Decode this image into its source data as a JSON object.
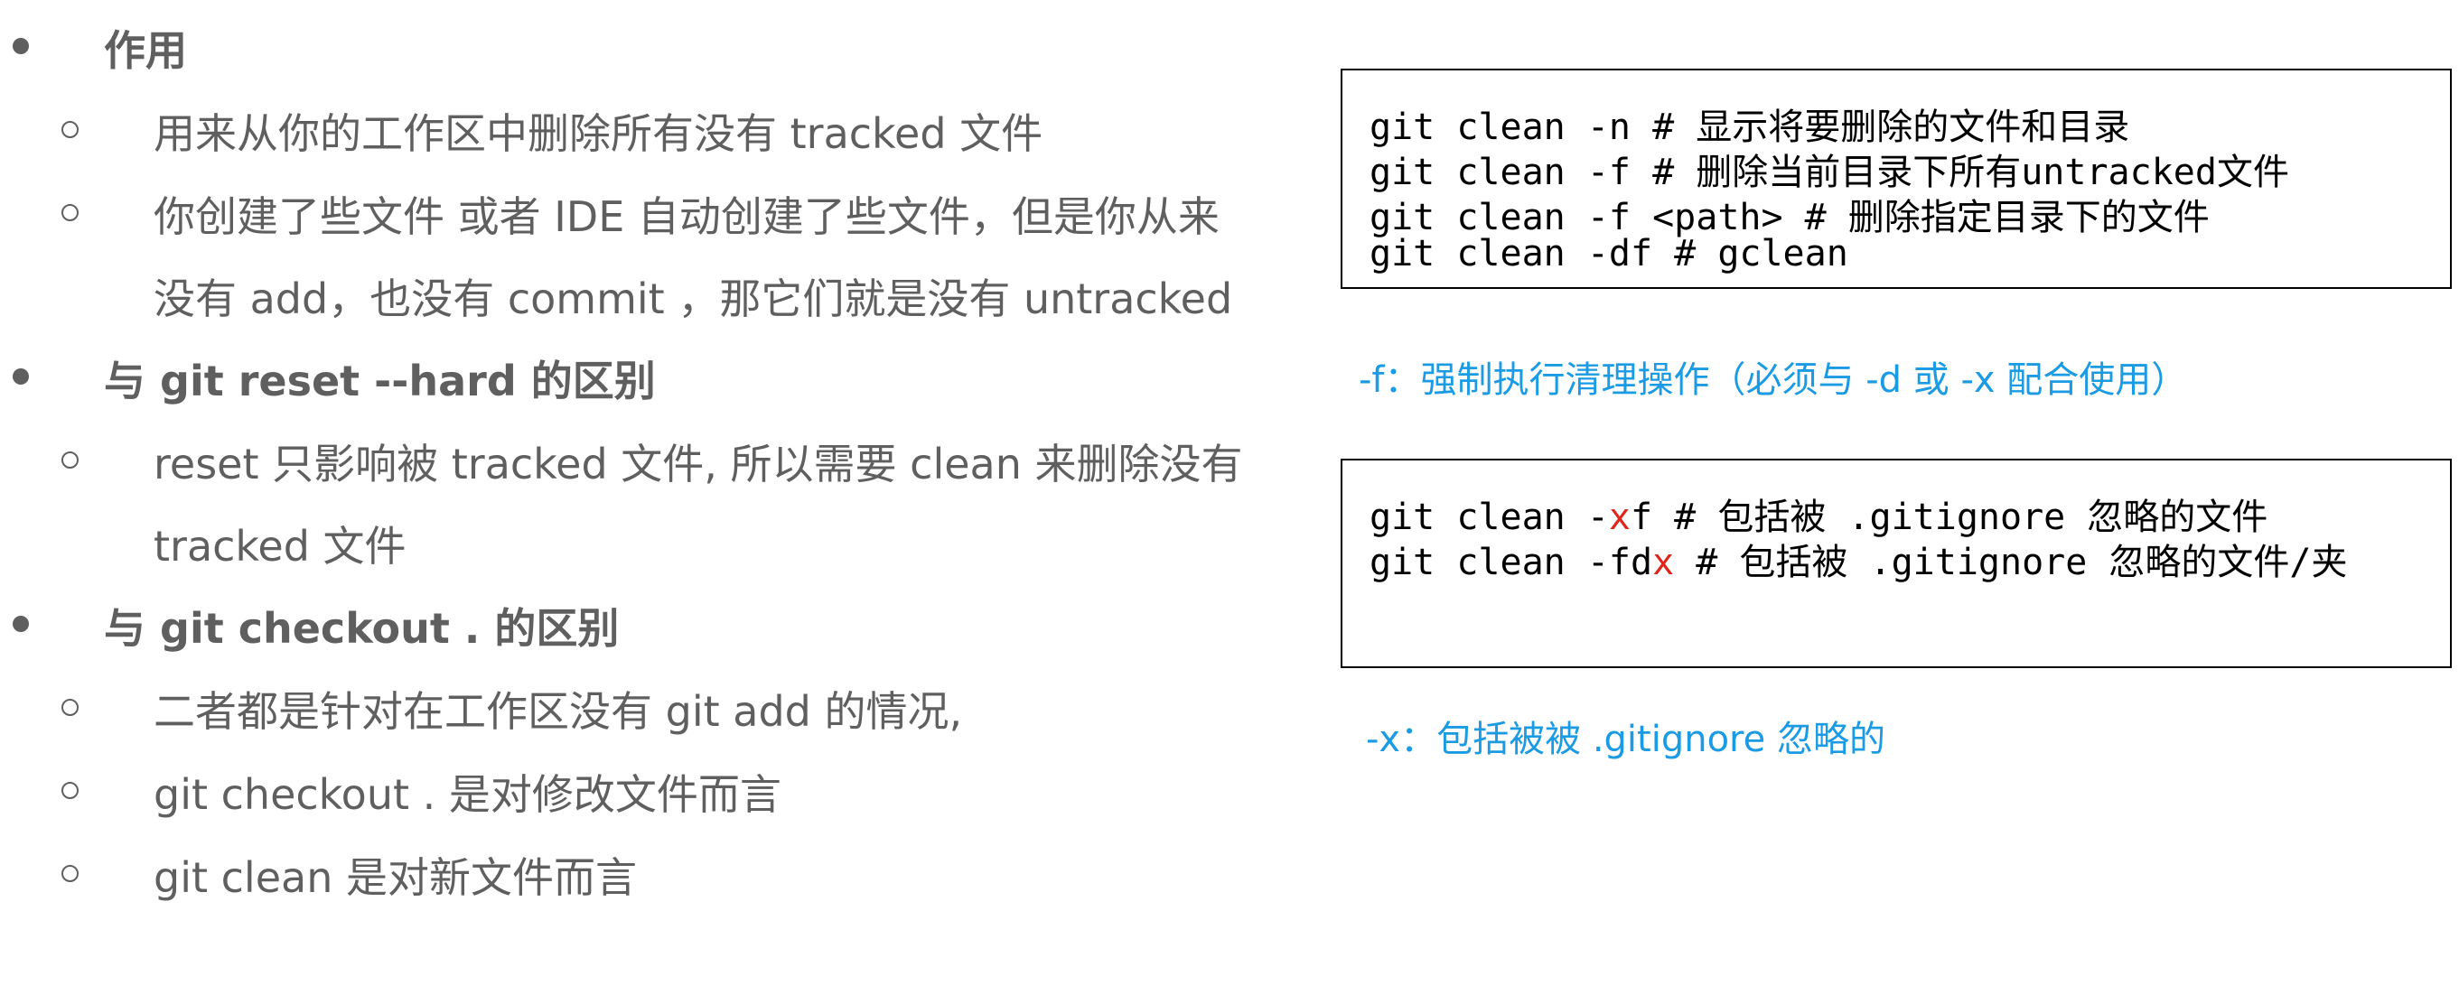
{
  "outline": {
    "section1": {
      "title": "作用",
      "sub": [
        "用来从你的工作区中删除所有没有 tracked 文件",
        "你创建了些文件 或者 IDE 自动创建了些文件，但是你从来",
        "没有 add，也没有 commit ，那它们就是没有 untracked"
      ]
    },
    "section2": {
      "title": "与 git reset --hard 的区别",
      "sub": [
        "reset 只影响被 tracked 文件, 所以需要 clean 来删除没有",
        "tracked 文件"
      ]
    },
    "section3": {
      "title": "与 git checkout . 的区别",
      "sub": [
        "二者都是针对在工作区没有 git add 的情况,",
        "git checkout . 是对修改文件而言",
        "git clean 是对新文件而言"
      ]
    }
  },
  "code_box_1": {
    "lines": [
      "git clean -n # 显示将要删除的文件和目录",
      "git clean -f # 删除当前目录下所有untracked文件",
      "git clean -f <path> # 删除指定目录下的文件",
      "git clean -df # gclean"
    ]
  },
  "note_1": "-f：强制执行清理操作（必须与 -d 或 -x 配合使用）",
  "code_box_2": {
    "line1": {
      "pre": "git clean -",
      "red": "x",
      "post": "f # 包括被 .gitignore 忽略的文件"
    },
    "line2": {
      "pre": "git clean -fd",
      "red": "x",
      "post": " # 包括被 .gitignore 忽略的文件/夹"
    }
  },
  "note_2": "-x：包括被被 .gitignore 忽略的",
  "colors": {
    "text_gray": "#5f5f5f",
    "note_blue": "#1a9be3",
    "highlight_red": "#e0261b",
    "border": "#000000"
  }
}
